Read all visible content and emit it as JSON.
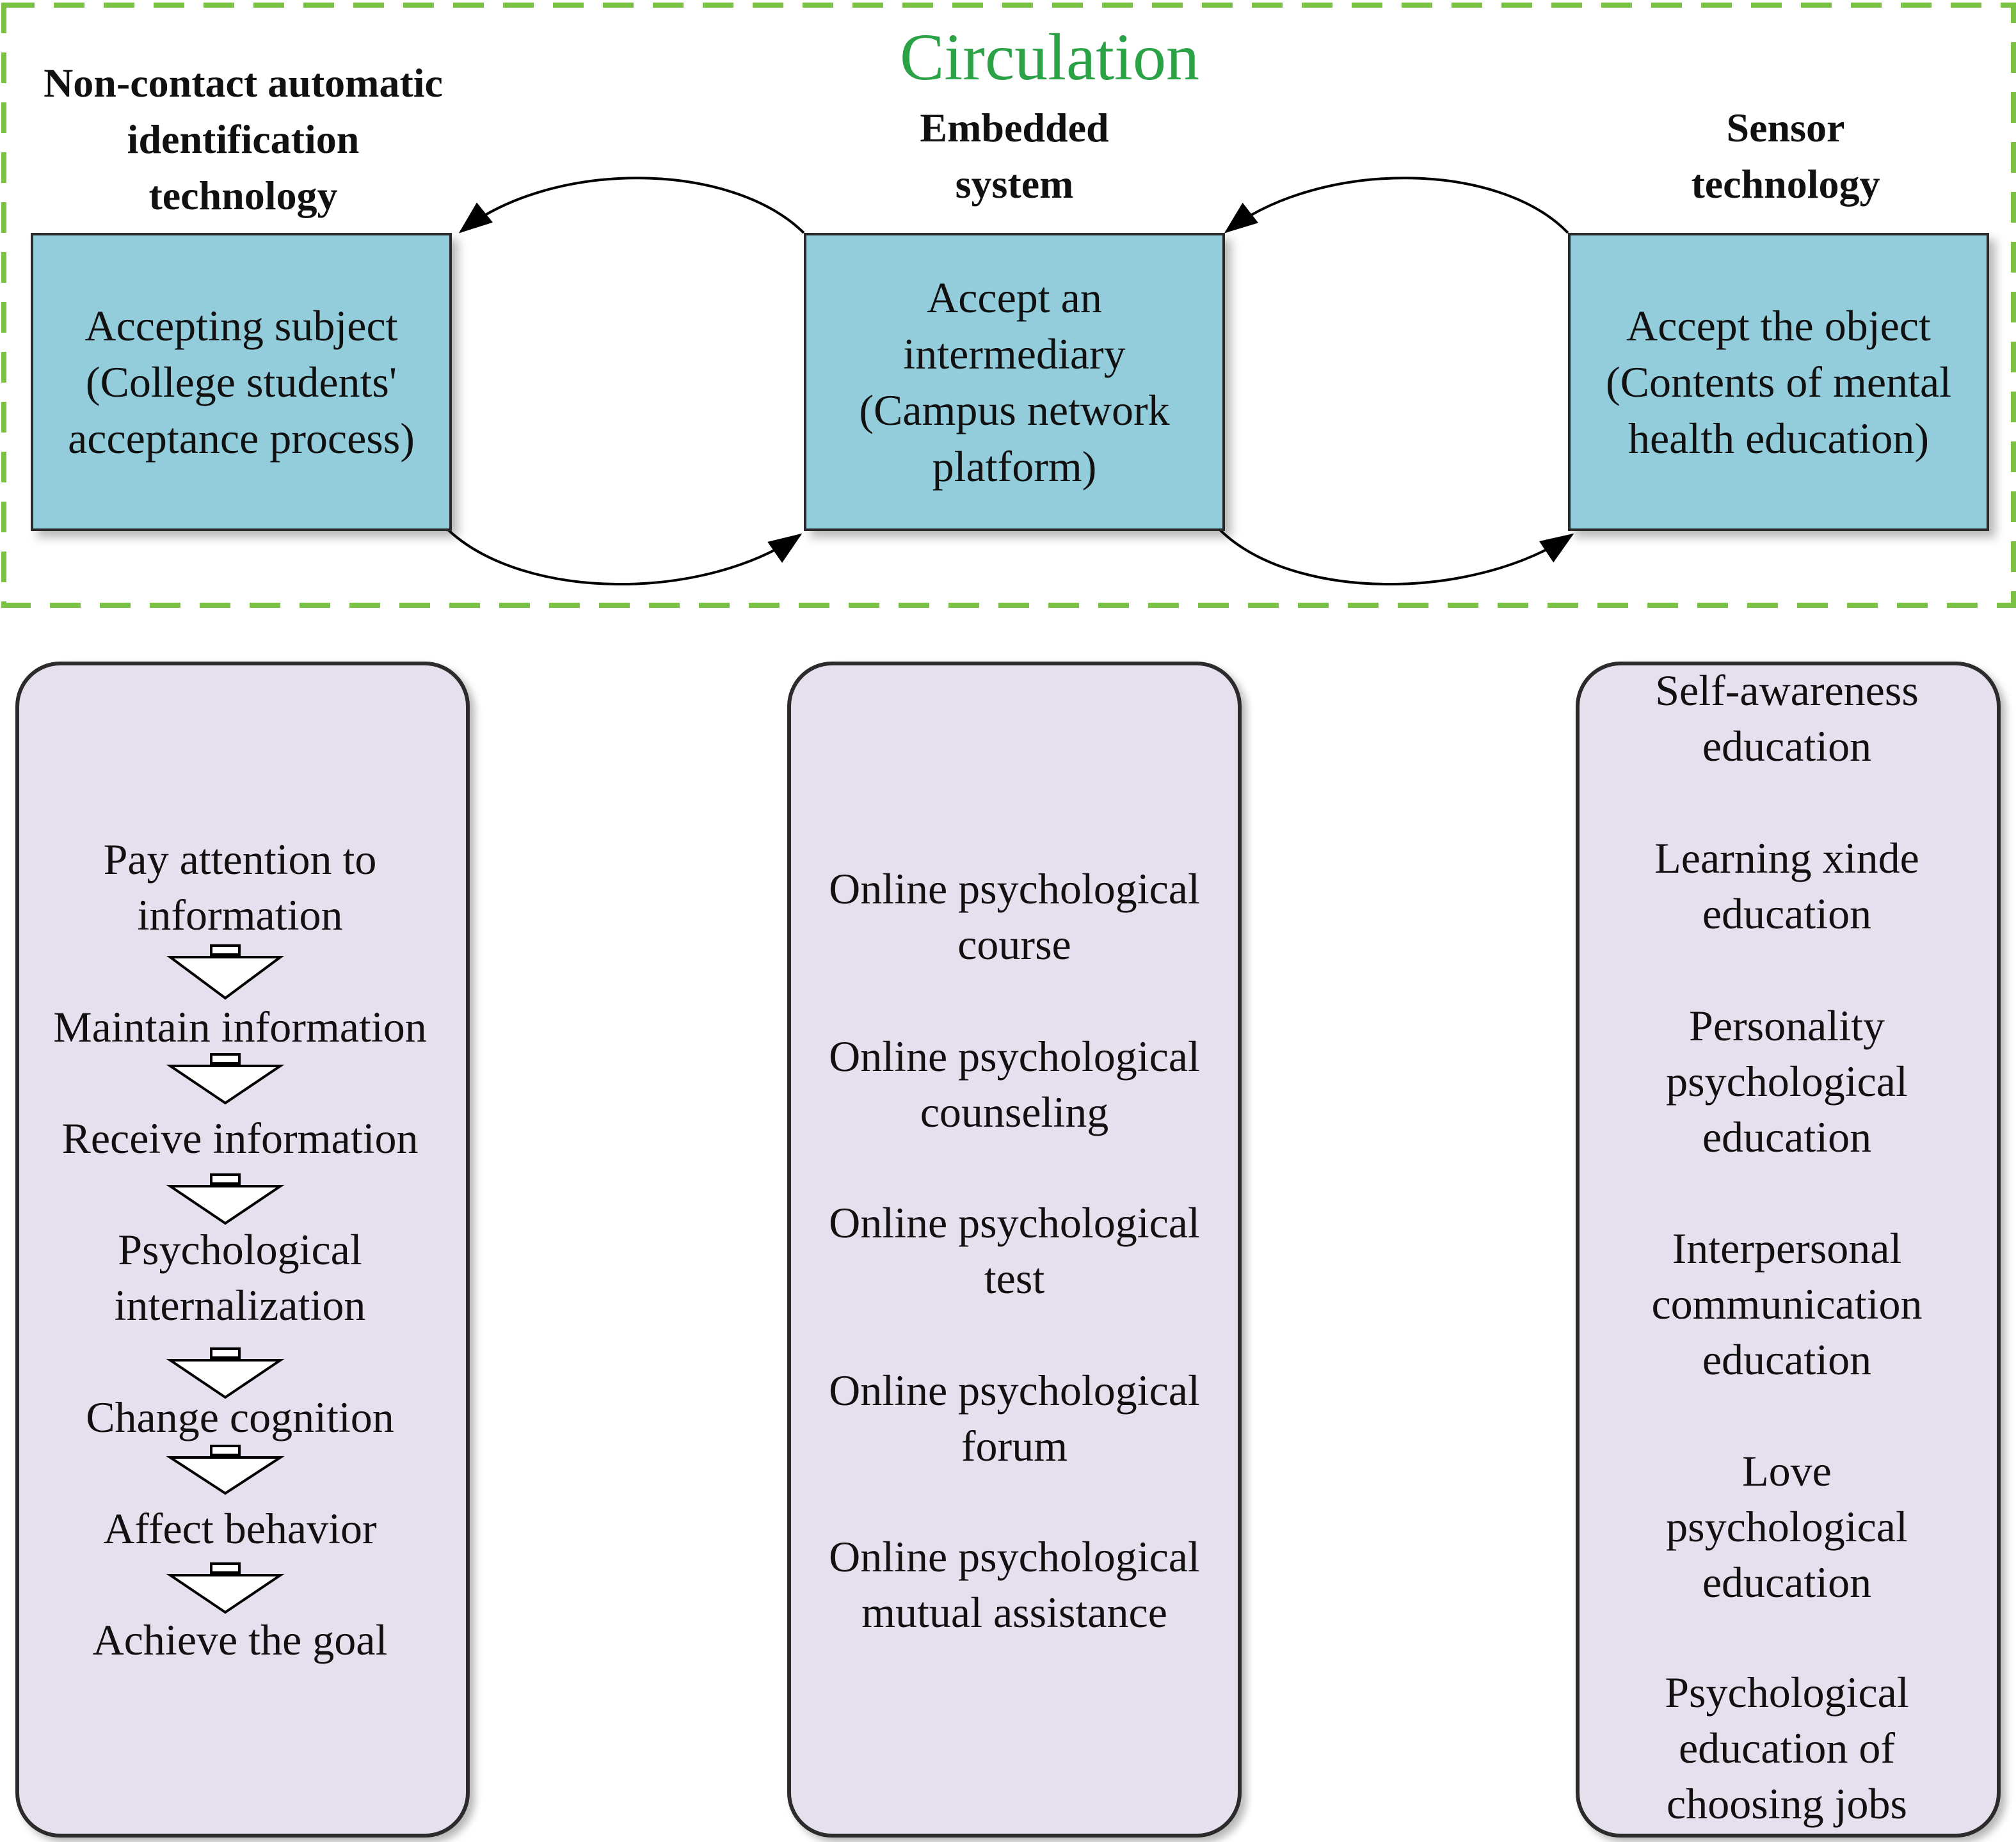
{
  "title": "Circulation",
  "columns": [
    {
      "header": "Non-contact automatic identification technology",
      "box": "Accepting subject (College students' acceptance process)",
      "header_lines": [
        "Non-contact automatic",
        "identification",
        "technology"
      ],
      "box_lines": [
        "Accepting subject",
        "(College students'",
        "acceptance process)"
      ]
    },
    {
      "header": "Embedded system",
      "header_lines": [
        "Embedded",
        "system"
      ],
      "box_lines": [
        "Accept an",
        "intermediary",
        "(Campus network",
        "platform)"
      ]
    },
    {
      "header": "Sensor technology",
      "header_lines": [
        "Sensor",
        "technology"
      ],
      "box_lines": [
        "Accept the object",
        "(Contents of mental",
        "health education)"
      ]
    }
  ],
  "process_steps": [
    [
      "Pay attention to",
      "information"
    ],
    [
      "Maintain information"
    ],
    [
      "Receive information"
    ],
    [
      "Psychological",
      "internalization"
    ],
    [
      "Change cognition"
    ],
    [
      "Affect behavior"
    ],
    [
      "Achieve the goal"
    ]
  ],
  "platform_items": [
    [
      "Online psychological",
      "course"
    ],
    [
      "Online psychological",
      "counseling"
    ],
    [
      "Online psychological",
      "test"
    ],
    [
      "Online psychological",
      "forum"
    ],
    [
      "Online psychological",
      "mutual assistance"
    ]
  ],
  "content_items": [
    [
      "Self-awareness",
      "education"
    ],
    [
      "Learning xinde",
      "education"
    ],
    [
      "Personality",
      "psychological",
      "education"
    ],
    [
      "Interpersonal",
      "communication",
      "education"
    ],
    [
      "Love",
      "psychological",
      "education"
    ],
    [
      "Psychological",
      "education of",
      "choosing jobs"
    ]
  ],
  "colors": {
    "frame_border": "#7ac143",
    "title": "#2aa245",
    "box_fill": "#93cddb",
    "panel_fill": "#e6dfee"
  }
}
